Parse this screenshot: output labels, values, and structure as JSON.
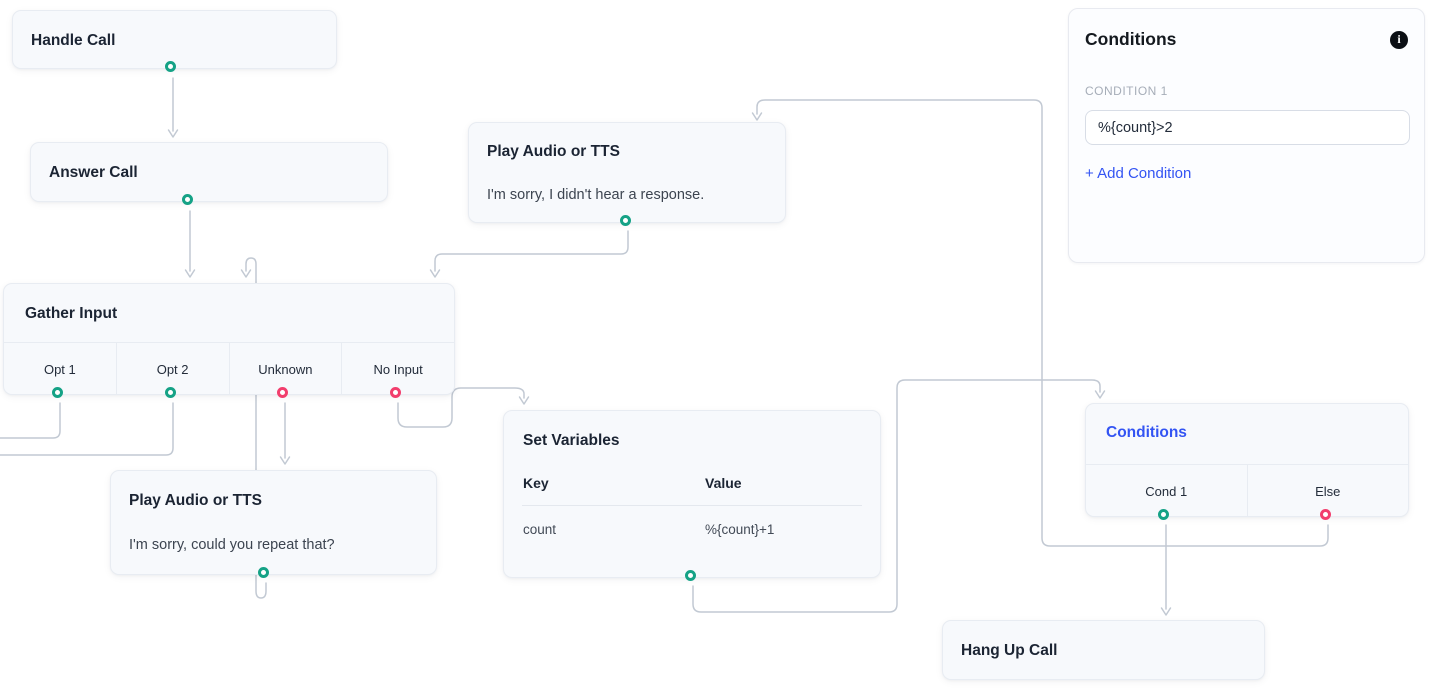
{
  "flow": {
    "handle_call": {
      "title": "Handle Call"
    },
    "answer_call": {
      "title": "Answer Call"
    },
    "play_audio_no_response": {
      "title": "Play Audio or TTS",
      "body": "I'm sorry, I didn't hear a response."
    },
    "gather_input": {
      "title": "Gather Input",
      "ports": [
        "Opt 1",
        "Opt 2",
        "Unknown",
        "No Input"
      ]
    },
    "play_audio_repeat": {
      "title": "Play Audio or TTS",
      "body": "I'm sorry, could you repeat that?"
    },
    "set_variables": {
      "title": "Set Variables",
      "key_header": "Key",
      "value_header": "Value",
      "rows": [
        {
          "key": "count",
          "value": "%{count}+1"
        }
      ]
    },
    "conditions_node": {
      "title": "Conditions",
      "ports": [
        "Cond 1",
        "Else"
      ]
    },
    "hang_up_call": {
      "title": "Hang Up Call"
    }
  },
  "panel": {
    "title": "Conditions",
    "info_icon": "i",
    "condition_label": "CONDITION 1",
    "condition_value": "%{count}>2",
    "add_condition": "+ Add Condition"
  },
  "colors": {
    "port_success": "#15a286",
    "port_failure": "#f23e6d",
    "edge": "#c2c9d3",
    "accent_blue": "#3354f3",
    "node_bg": "#f7f9fc"
  }
}
